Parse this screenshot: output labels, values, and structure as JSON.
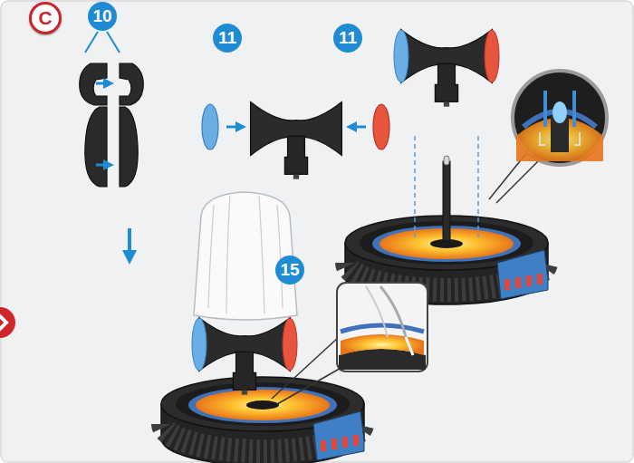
{
  "diagram": {
    "labels": [
      "C",
      "10",
      "11",
      "11",
      "15"
    ]
  }
}
